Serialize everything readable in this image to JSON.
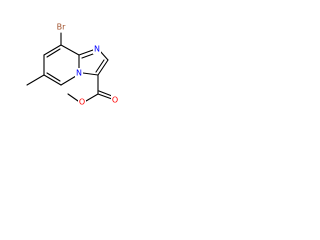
{
  "molecule": {
    "atoms": {
      "br": {
        "symbol": "Br",
        "color": "#a0522d"
      },
      "n_ring": {
        "symbol": "N",
        "color": "#0000ff"
      },
      "n_bridge": {
        "symbol": "N",
        "color": "#0000ff"
      },
      "o_carbonyl": {
        "symbol": "O",
        "color": "#ff0000"
      },
      "o_ester": {
        "symbol": "O",
        "color": "#ff0000"
      }
    },
    "bond_color": "#000000"
  }
}
